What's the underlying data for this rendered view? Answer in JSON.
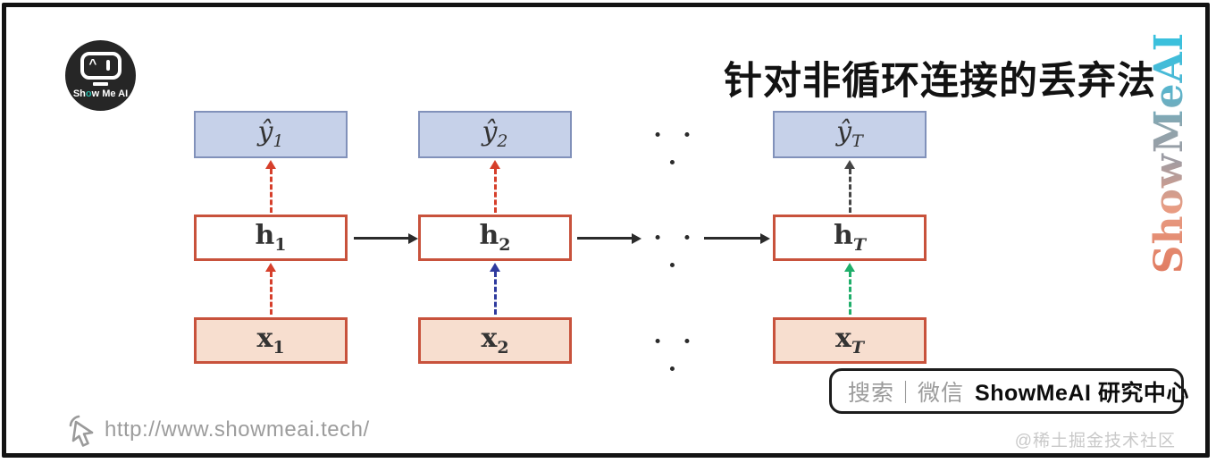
{
  "title": "针对非循环连接的丢弃法",
  "brand_vertical": "ShowMeAI",
  "logo": {
    "part1": "Sh",
    "part2": "o",
    "part3": "w Me AI",
    "eye_left": "^"
  },
  "diagram": {
    "dots": "· · ·",
    "colors": {
      "y_box_fill": "#c6d1e9",
      "y_box_border": "#8191ba",
      "h_box_fill": "#ffffff",
      "h_box_border": "#c8523c",
      "x_box_fill": "#f7decf",
      "x_box_border": "#c8523c",
      "solid_arrow": "#2b2b2b"
    },
    "columns": [
      {
        "y": "ŷ",
        "h": "h",
        "x": "x",
        "sub": "1",
        "hy_color": "#d63f2b",
        "xh_color": "#d63f2b"
      },
      {
        "y": "ŷ",
        "h": "h",
        "x": "x",
        "sub": "2",
        "hy_color": "#d63f2b",
        "xh_color": "#2e3a9e"
      },
      {
        "y": "ŷ",
        "h": "h",
        "x": "x",
        "sub": "T",
        "hy_color": "#454545",
        "xh_color": "#1fae6a"
      }
    ]
  },
  "search_card": {
    "query_hint": "搜索｜微信",
    "brand": "ShowMeAI 研究中心"
  },
  "footer": {
    "url": "http://www.showmeai.tech/",
    "credit": "@稀土掘金技术社区"
  }
}
